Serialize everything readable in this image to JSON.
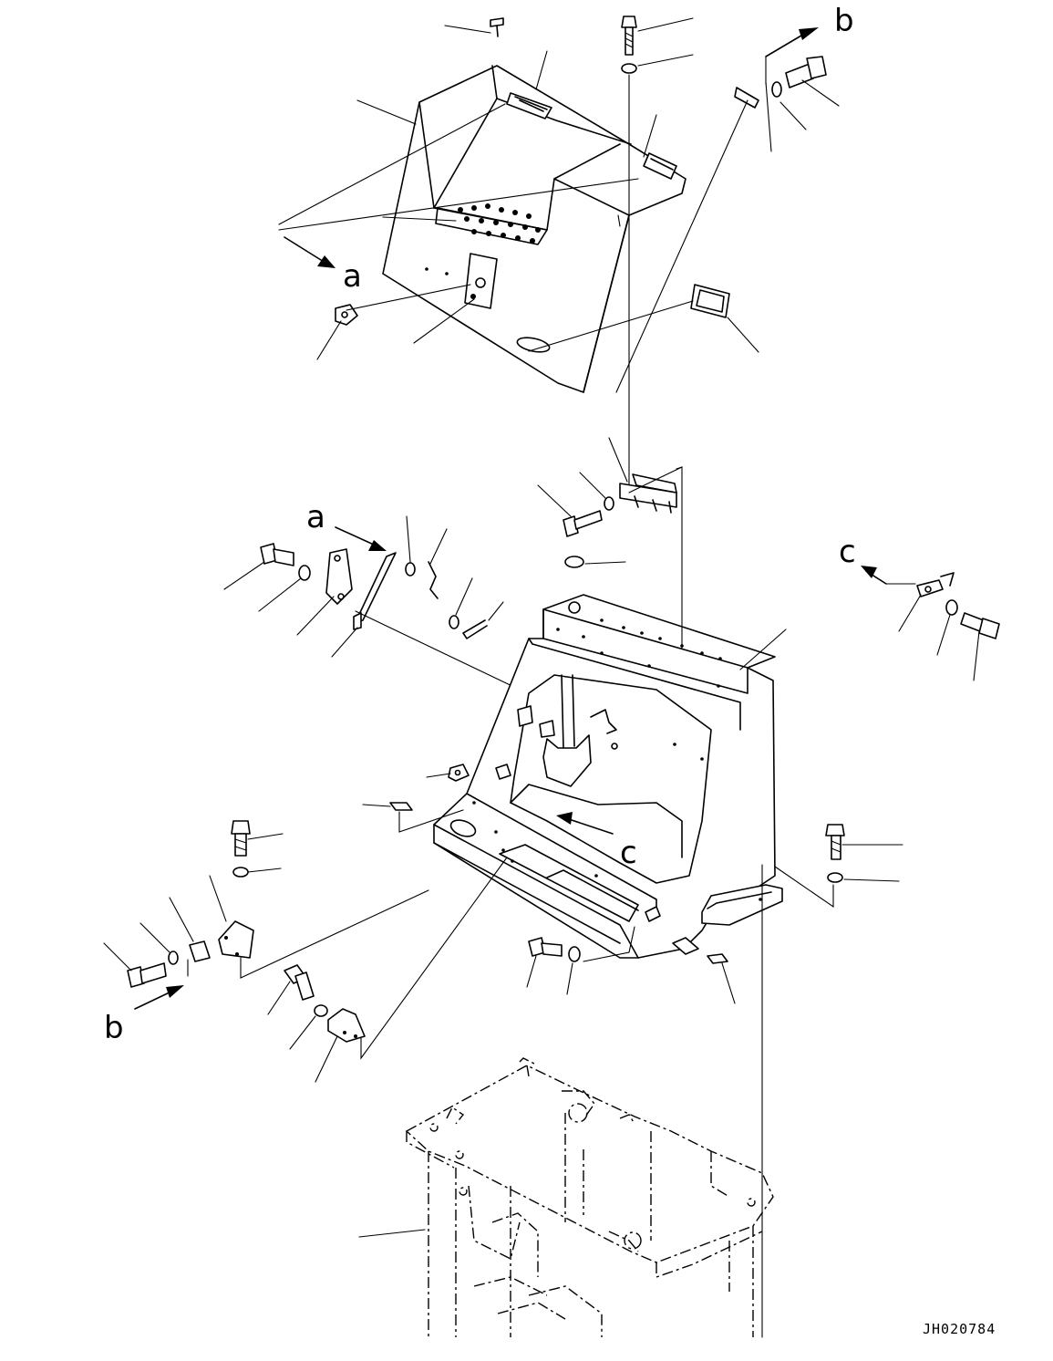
{
  "labels": {
    "a_top": "a",
    "b_top": "b",
    "c_right": "c",
    "a_mid": "a",
    "c_mid": "c",
    "b_bottom": "b"
  },
  "drawing_code": "JH020784"
}
